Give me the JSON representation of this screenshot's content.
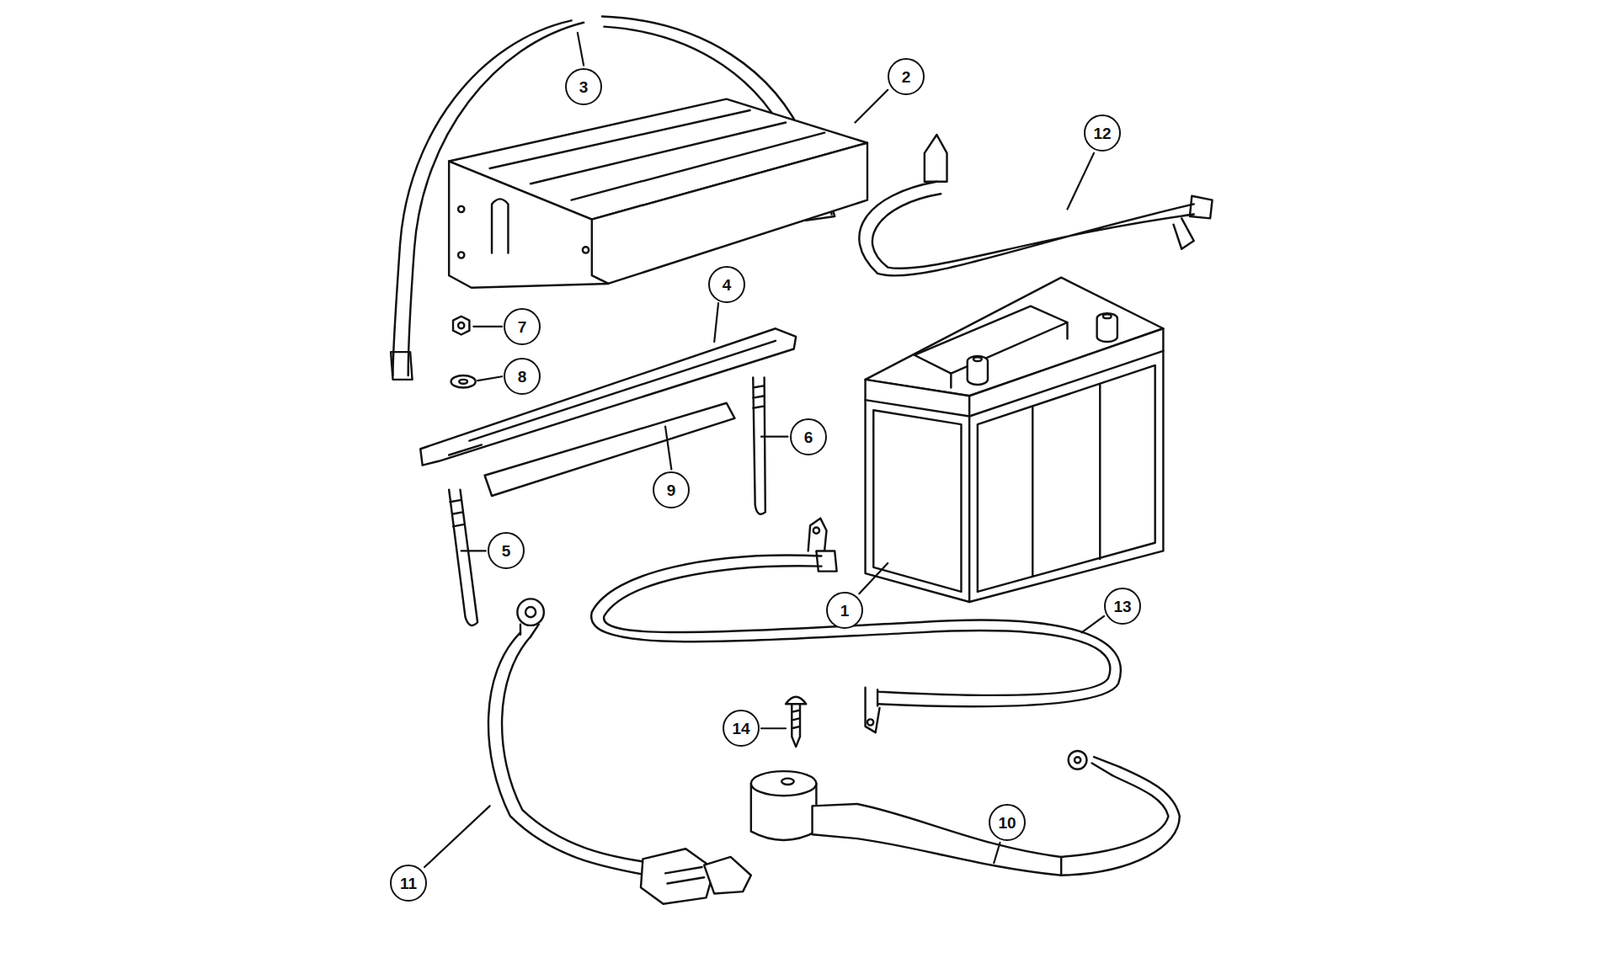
{
  "diagram": {
    "labels": [
      "3",
      "2",
      "12",
      "4",
      "7",
      "8",
      "6",
      "9",
      "5",
      "1",
      "13",
      "14",
      "11",
      "10"
    ]
  }
}
